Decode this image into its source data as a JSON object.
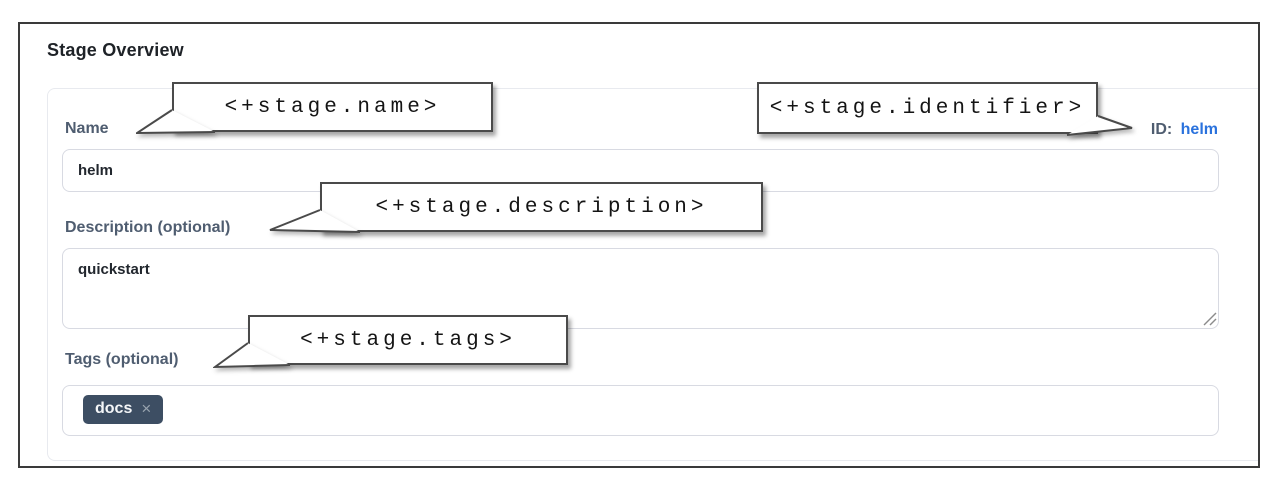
{
  "header": {
    "title": "Stage Overview"
  },
  "form": {
    "name": {
      "label": "Name",
      "value": "helm"
    },
    "identifier": {
      "label": "ID:",
      "value": "helm"
    },
    "description": {
      "label": "Description (optional)",
      "value": "quickstart"
    },
    "tags": {
      "label": "Tags (optional)",
      "chips": [
        {
          "text": "docs",
          "remove_icon": "×"
        }
      ]
    }
  },
  "callouts": {
    "name": "<+stage.name>",
    "identifier": "<+stage.identifier>",
    "description": "<+stage.description>",
    "tags": "<+stage.tags>"
  },
  "colors": {
    "id_value_blue": "#2a72dd",
    "label_slate": "#4f5d70",
    "chip_background": "#3d4e63",
    "callout_border": "#4a4a4a",
    "frame_border": "#3a3a3a"
  }
}
